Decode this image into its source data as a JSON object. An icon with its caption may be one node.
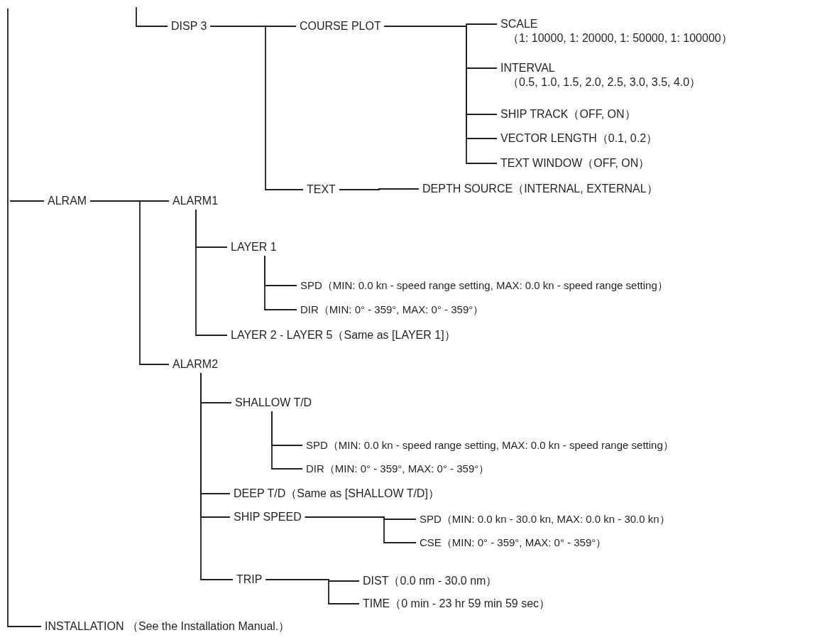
{
  "diagram": {
    "nodes": [
      {
        "text": [
          "DISP 3"
        ]
      },
      {
        "text": [
          "COURSE PLOT"
        ]
      },
      {
        "text": [
          "SCALE",
          "（1: 10000, 1: 20000, 1: 50000, 1: 100000）"
        ]
      },
      {
        "text": [
          "INTERVAL",
          "（0.5, 1.0, 1.5, 2.0, 2.5, 3.0, 3.5, 4.0）"
        ]
      },
      {
        "text": [
          "SHIP TRACK（OFF, ON）"
        ]
      },
      {
        "text": [
          "VECTOR LENGTH（0.1, 0.2）"
        ]
      },
      {
        "text": [
          "TEXT WINDOW（OFF, ON）"
        ]
      },
      {
        "text": [
          "TEXT"
        ]
      },
      {
        "text": [
          "DEPTH SOURCE（INTERNAL, EXTERNAL）"
        ]
      },
      {
        "text": [
          "ALRAM"
        ]
      },
      {
        "text": [
          "ALARM1"
        ]
      },
      {
        "text": [
          "LAYER 1"
        ]
      },
      {
        "text": [
          "SPD（MIN: 0.0 kn - speed range setting, MAX: 0.0 kn - speed range setting）"
        ]
      },
      {
        "text": [
          "DIR（MIN: 0° - 359°, MAX: 0° - 359°）"
        ]
      },
      {
        "text": [
          "LAYER 2 - LAYER 5（Same as [LAYER 1]）"
        ]
      },
      {
        "text": [
          "ALARM2"
        ]
      },
      {
        "text": [
          "SHALLOW T/D"
        ]
      },
      {
        "text": [
          "SPD（MIN: 0.0 kn - speed range setting, MAX: 0.0 kn - speed range setting）"
        ]
      },
      {
        "text": [
          "DIR（MIN: 0° - 359°, MAX: 0° - 359°）"
        ]
      },
      {
        "text": [
          "DEEP T/D（Same as [SHALLOW T/D]）"
        ]
      },
      {
        "text": [
          "SHIP SPEED"
        ]
      },
      {
        "text": [
          "SPD（MIN: 0.0 kn - 30.0 kn, MAX: 0.0 kn - 30.0 kn）"
        ]
      },
      {
        "text": [
          "CSE（MIN: 0° - 359°, MAX: 0° - 359°）"
        ]
      },
      {
        "text": [
          "TRIP"
        ]
      },
      {
        "text": [
          "DIST（0.0 nm - 30.0 nm）"
        ]
      },
      {
        "text": [
          "TIME（0 min - 23 hr 59 min 59 sec）"
        ]
      },
      {
        "text": [
          "INSTALLATION （See the Installation Manual.）"
        ]
      }
    ],
    "edges": [
      {
        "from": null,
        "to": 0,
        "arrow": "none"
      },
      {
        "from": 0,
        "to": 1,
        "arrow": "none"
      },
      {
        "from": 0,
        "to": 7,
        "arrow": "none"
      },
      {
        "from": 1,
        "to": 2,
        "arrow": "none"
      },
      {
        "from": 1,
        "to": 3,
        "arrow": "none"
      },
      {
        "from": 1,
        "to": 4,
        "arrow": "none"
      },
      {
        "from": 1,
        "to": 5,
        "arrow": "none"
      },
      {
        "from": 1,
        "to": 6,
        "arrow": "none"
      },
      {
        "from": 7,
        "to": 8,
        "arrow": "none"
      },
      {
        "from": null,
        "to": 9,
        "arrow": "none"
      },
      {
        "from": 9,
        "to": 10,
        "arrow": "none"
      },
      {
        "from": 9,
        "to": 15,
        "arrow": "none"
      },
      {
        "from": 10,
        "to": 11,
        "arrow": "none"
      },
      {
        "from": 10,
        "to": 14,
        "arrow": "none"
      },
      {
        "from": 11,
        "to": 12,
        "arrow": "none"
      },
      {
        "from": 11,
        "to": 13,
        "arrow": "none"
      },
      {
        "from": 15,
        "to": 16,
        "arrow": "none"
      },
      {
        "from": 15,
        "to": 19,
        "arrow": "none"
      },
      {
        "from": 15,
        "to": 20,
        "arrow": "none"
      },
      {
        "from": 15,
        "to": 23,
        "arrow": "none"
      },
      {
        "from": 16,
        "to": 17,
        "arrow": "none"
      },
      {
        "from": 16,
        "to": 18,
        "arrow": "none"
      },
      {
        "from": 20,
        "to": 21,
        "arrow": "none"
      },
      {
        "from": 20,
        "to": 22,
        "arrow": "none"
      },
      {
        "from": 23,
        "to": 24,
        "arrow": "none"
      },
      {
        "from": 23,
        "to": 25,
        "arrow": "none"
      },
      {
        "from": null,
        "to": 26,
        "arrow": "none"
      }
    ]
  }
}
